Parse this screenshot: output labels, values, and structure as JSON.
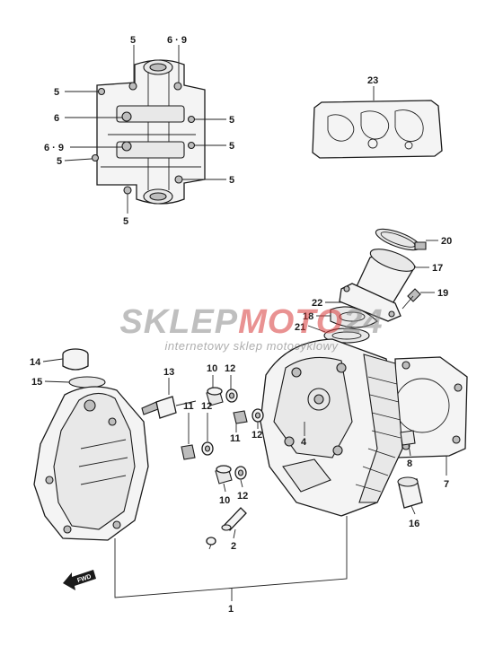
{
  "watermark": {
    "brand_part1": "SKLEP",
    "brand_part2": "MOTO",
    "brand_part3": "24",
    "tagline": "internetowy sklep motocyklowy",
    "colors": {
      "grey": "#8c8c8c",
      "red": "#d83a3a"
    }
  },
  "direction_marker": {
    "text": "FWD",
    "icon": "forward-arrow-icon"
  },
  "callouts": {
    "c1": "1",
    "c2": "2",
    "c4": "4",
    "c5a": "5",
    "c5b": "5",
    "c5c": "5",
    "c5d": "5",
    "c5e": "5",
    "c5f": "5",
    "c5g": "5",
    "c6": "6",
    "c69a": "6 · 9",
    "c69b": "6 · 9",
    "c7": "7",
    "c8": "8",
    "c10a": "10",
    "c10b": "10",
    "c11a": "11",
    "c11b": "11",
    "c12a": "12",
    "c12b": "12",
    "c12c": "12",
    "c12d": "12",
    "c13": "13",
    "c14": "14",
    "c15": "15",
    "c16": "16",
    "c17": "17",
    "c18": "18",
    "c19": "19",
    "c20": "20",
    "c21": "21",
    "c22": "22",
    "c23": "23"
  }
}
